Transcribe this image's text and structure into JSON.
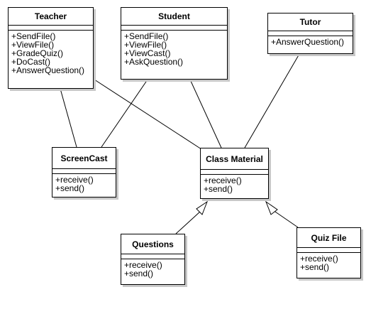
{
  "classes": {
    "teacher": {
      "name": "Teacher",
      "operations": [
        "+SendFile()",
        "+ViewFile()",
        "+GradeQuiz()",
        "+DoCast()",
        "+AnswerQuestion()"
      ]
    },
    "student": {
      "name": "Student",
      "operations": [
        "+SendFile()",
        "+ViewFile()",
        "+ViewCast()",
        "+AskQuestion()"
      ]
    },
    "tutor": {
      "name": "Tutor",
      "operations": [
        "+AnswerQuestion()"
      ]
    },
    "screencast": {
      "name": "ScreenCast",
      "operations": [
        "+receive()",
        "+send()"
      ]
    },
    "class_material": {
      "name": "Class Material",
      "operations": [
        "+receive()",
        "+send()"
      ]
    },
    "questions": {
      "name": "Questions",
      "operations": [
        "+receive()",
        "+send()"
      ]
    },
    "quiz_file": {
      "name": "Quiz File",
      "operations": [
        "+receive()",
        "+send()"
      ]
    }
  },
  "colors": {
    "line": "#000000",
    "shadow": "#c8c8c8",
    "background": "#ffffff"
  }
}
